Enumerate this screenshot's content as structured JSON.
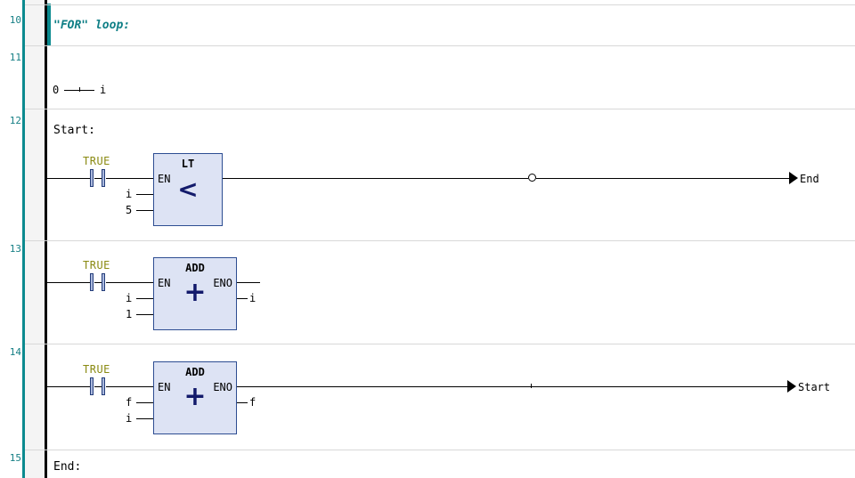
{
  "editor": {
    "type": "ladder-logic-lad-editor",
    "accent_color": "#0b8a8f",
    "block_fill": "#dde3f4",
    "block_border": "#2d4d92",
    "true_label_color": "#8a8a12",
    "comment_color": "#0f7f86"
  },
  "gutter": {
    "line_numbers": [
      "10",
      "11",
      "12",
      "13",
      "14",
      "15"
    ]
  },
  "networks": [
    {
      "line": "10",
      "kind": "comment",
      "text": "\"FOR\" loop:"
    },
    {
      "line": "11",
      "kind": "assignment",
      "source": "0",
      "target": "i"
    },
    {
      "line": "12",
      "kind": "rung",
      "label": "Start:",
      "contact_label": "TRUE",
      "block": {
        "title": "LT",
        "glyph": "<",
        "en": "EN",
        "eno": "",
        "inputs": [
          "i",
          "5"
        ],
        "outputs": []
      },
      "has_negation_bubble": true,
      "jump": "End"
    },
    {
      "line": "13",
      "kind": "rung",
      "label": "",
      "contact_label": "TRUE",
      "block": {
        "title": "ADD",
        "glyph": "+",
        "en": "EN",
        "eno": "ENO",
        "inputs": [
          "i",
          "1"
        ],
        "outputs": [
          "i"
        ]
      },
      "has_negation_bubble": false,
      "jump": ""
    },
    {
      "line": "14",
      "kind": "rung",
      "label": "",
      "contact_label": "TRUE",
      "block": {
        "title": "ADD",
        "glyph": "+",
        "en": "EN",
        "eno": "ENO",
        "inputs": [
          "f",
          "i"
        ],
        "outputs": [
          "f"
        ]
      },
      "has_negation_bubble": false,
      "jump": "Start"
    },
    {
      "line": "15",
      "kind": "label",
      "text": "End:"
    }
  ]
}
